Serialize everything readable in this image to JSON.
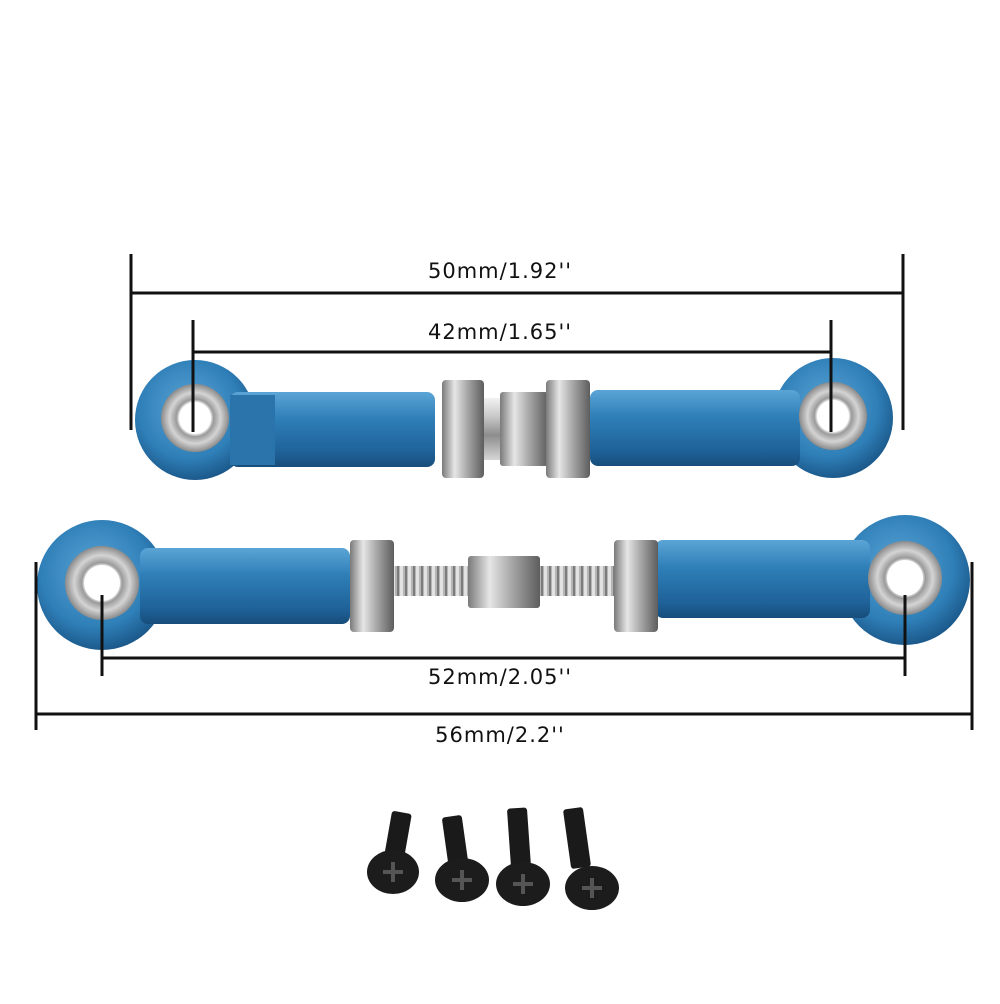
{
  "dimensions": {
    "top_outer": "50mm/1.92''",
    "top_inner": "42mm/1.65''",
    "bottom_inner": "52mm/2.05''",
    "bottom_outer": "56mm/2.2''"
  },
  "colors": {
    "anodized_blue": "#2f7fb8",
    "blue_dark": "#1c5a8c",
    "blue_light": "#5ba5d6",
    "steel": "#b9b9b9",
    "steel_dark": "#6e6e6e",
    "screw_black": "#1a1a1a",
    "dimension_line": "#111111"
  }
}
